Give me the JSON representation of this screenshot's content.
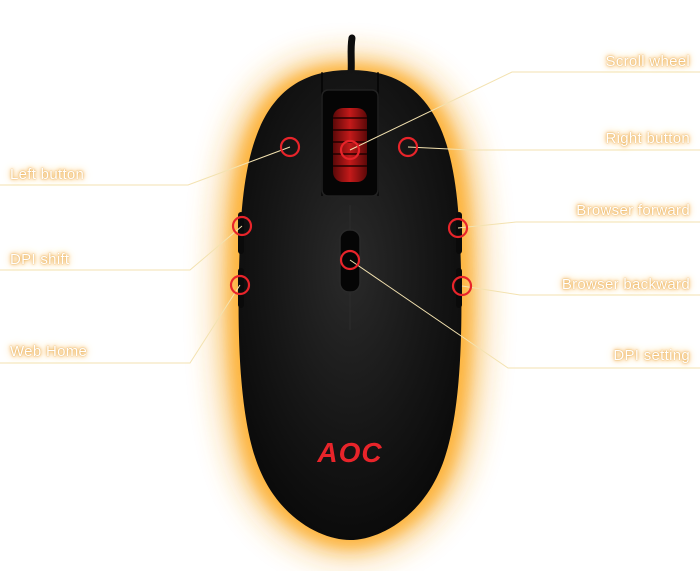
{
  "labels": {
    "scroll_wheel": "Scroll wheel",
    "left_button": "Left button",
    "right_button": "Right button",
    "dpi_shift": "DPI shift",
    "browser_forward": "Browser forward",
    "web_home": "Web Home",
    "browser_backward": "Browser backward",
    "dpi_setting": "DPI setting"
  },
  "logo": "AOC",
  "colors": {
    "glow": "#f5a623",
    "mouse_body": "#141414",
    "marker": "#e8242a",
    "leader_line": "#f3e2b0",
    "logo": "#e8242a"
  }
}
